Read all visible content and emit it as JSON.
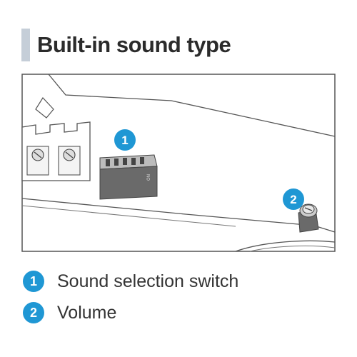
{
  "title": "Built-in sound type",
  "colors": {
    "accent": "#1f97d4",
    "title_bar": "#c5ced8",
    "outline": "#555555",
    "component": "#666666"
  },
  "diagram": {
    "callouts": [
      "1",
      "2"
    ],
    "switch_marking": "ON"
  },
  "legend": [
    {
      "number": "1",
      "label": "Sound selection switch"
    },
    {
      "number": "2",
      "label": "Volume"
    }
  ]
}
